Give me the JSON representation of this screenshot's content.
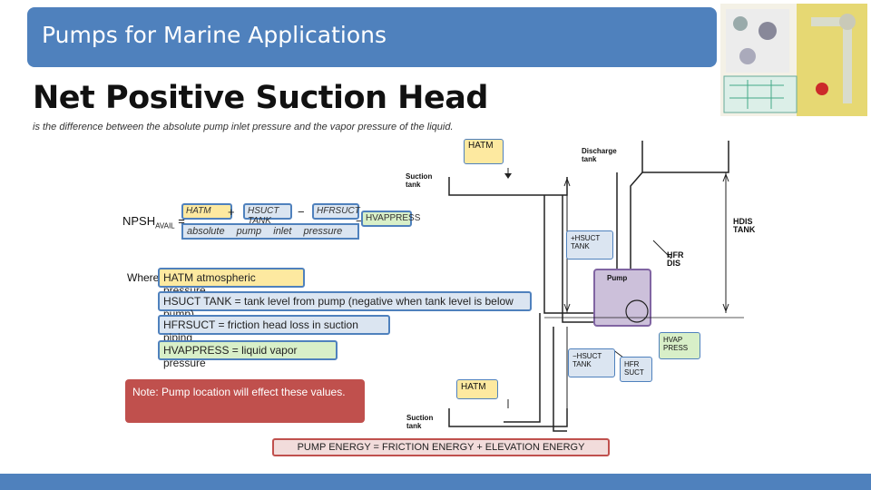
{
  "header": {
    "title": "Pumps for Marine Applications"
  },
  "heading": "Net Positive Suction Head",
  "subtitle": "is the difference between the absolute pump inlet pressure and the vapor pressure of the liquid.",
  "equation": {
    "lhs": "NPSH",
    "lhs_sub": "AVAIL",
    "eq": "=",
    "terms": [
      "HATM",
      "HSUCT TANK",
      "HFRSUCT",
      "HVAPPRESS"
    ],
    "ops": [
      "+",
      "−",
      "−"
    ],
    "descriptions": [
      "absolute",
      "pump",
      "inlet",
      "pressure"
    ]
  },
  "definitions": {
    "where": "Where",
    "items": [
      {
        "text": "HATM  atmospheric pressure",
        "color": "#fde9a0"
      },
      {
        "text": "HSUCT TANK = tank level from pump (negative when tank level is below pump)",
        "color": "#dbe5f1"
      },
      {
        "text": "HFRSUCT = friction head loss in suction piping",
        "color": "#dbe5f1"
      },
      {
        "text": "HVAPPRESS = liquid vapor pressure",
        "color": "#d8efc8"
      }
    ]
  },
  "diagram": {
    "h_atm_top": "HATM",
    "h_atm_bottom": "HATM",
    "suction_tank_top": "Suction\ntank",
    "suction_tank_bottom": "Suction\ntank",
    "discharge_tank": "Discharge\ntank",
    "h_dis_tank": "HDIS\nTANK",
    "h_suct_tank_pos": "+HSUCT\nTANK",
    "h_fr_dis": "HFR\nDIS",
    "pump": "Pump",
    "h_vap_press": "HVAP\nPRESS",
    "h_suct_tank_neg": "−HSUCT\nTANK",
    "h_fr_suct": "HFR\nSUCT"
  },
  "note": "Note: Pump location will effect these values.",
  "energy": "PUMP ENERGY = FRICTION ENERGY + ELEVATION ENERGY",
  "colors": {
    "accent": "#4f81bd",
    "note": "#c0504d",
    "atm": "#fde9a0",
    "vap": "#d8efc8",
    "pump": "#ccc0da"
  }
}
